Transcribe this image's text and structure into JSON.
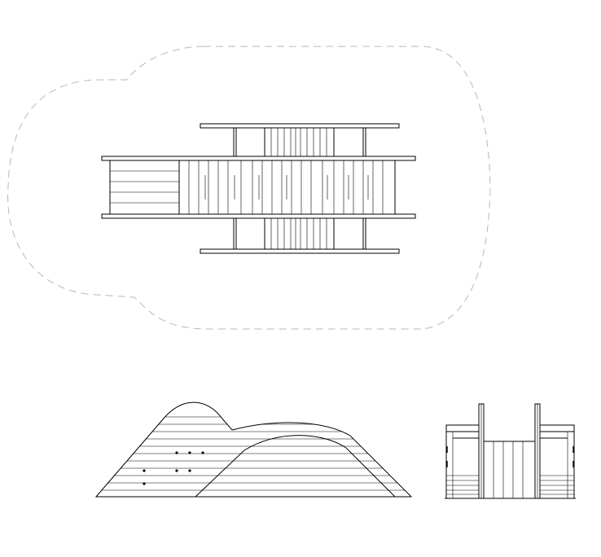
{
  "drawing": {
    "views": [
      {
        "name": "plan"
      },
      {
        "name": "side-elevation"
      },
      {
        "name": "end-elevation"
      }
    ],
    "colors": {
      "line": "#000000",
      "boundary": "#b8b8b8",
      "background": "#ffffff"
    }
  }
}
